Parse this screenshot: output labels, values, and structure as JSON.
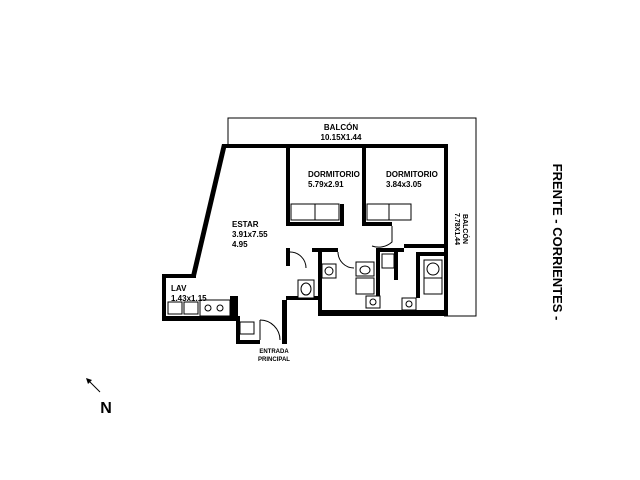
{
  "plan": {
    "balcon_front": {
      "name": "BALCÓN",
      "dims": "10.15X1.44"
    },
    "balcon_side": {
      "name": "BALCÓN",
      "dims": "7.78X1.44"
    },
    "dormitorio_1": {
      "name": "DORMITORIO",
      "dims": "5.79x2.91"
    },
    "dormitorio_2": {
      "name": "DORMITORIO",
      "dims": "3.84x3.05"
    },
    "estar": {
      "name": "ESTAR",
      "dims": "3.91x7.55",
      "extra": "4.95"
    },
    "lav": {
      "name": "LAV",
      "dims": "1.43x1.15"
    },
    "entrada": {
      "line1": "ENTRADA",
      "line2": "PRINCIPAL"
    },
    "frente": "FRENTE - CORRIENTES -",
    "north": "N"
  }
}
